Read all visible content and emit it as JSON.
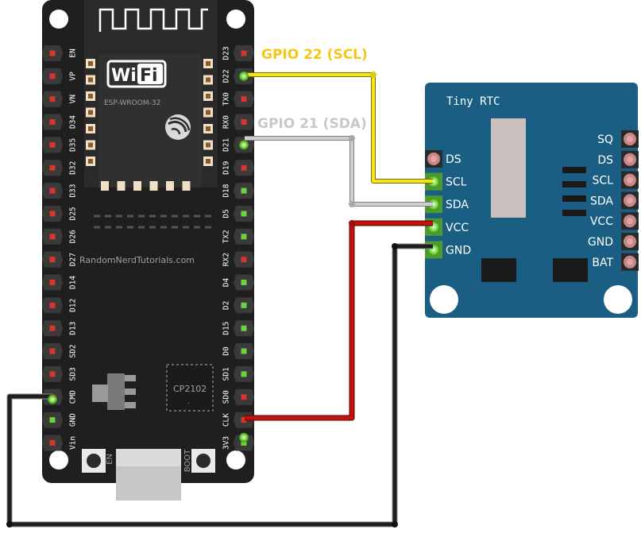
{
  "esp32": {
    "wifi_logo": "WiFi",
    "module_name": "ESP-WROOM-32",
    "brand": "RandomNerdTutorials.com",
    "usb_chip": "CP2102",
    "usb_chip_dot": ".",
    "button_en": "EN",
    "button_boot": "BOOT",
    "left_pins": [
      "EN",
      "VP",
      "VN",
      "D34",
      "D35",
      "D32",
      "D33",
      "D25",
      "D26",
      "D27",
      "D14",
      "D12",
      "D13",
      "SD2",
      "SD3",
      "CMD",
      "GND",
      "Vin"
    ],
    "right_pins": [
      "D23",
      "D22",
      "TX0",
      "RX0",
      "D21",
      "D19",
      "D18",
      "D5",
      "TX2",
      "RX2",
      "D4",
      "D2",
      "D15",
      "D0",
      "SD1",
      "SD0",
      "CLK",
      "3V3"
    ]
  },
  "wire_labels": {
    "scl": "GPIO 22 (SCL)",
    "sda": "GPIO 21 (SDA)"
  },
  "rtc": {
    "title": "Tiny RTC",
    "left_pins": [
      "DS",
      "SCL",
      "SDA",
      "VCC",
      "GND"
    ],
    "right_pins": [
      "SQ",
      "DS",
      "SCL",
      "SDA",
      "VCC",
      "GND",
      "BAT"
    ]
  },
  "colors": {
    "board": "#1f1f1f",
    "rtc_board": "#1b5e84",
    "scl_wire": "#f5e51b",
    "sda_wire": "#b9b9b9",
    "vcc_wire": "#c1120e",
    "gnd_wire": "#1e1e1e",
    "scl_label": "#f5c518",
    "sda_label": "#c8c8c8"
  }
}
